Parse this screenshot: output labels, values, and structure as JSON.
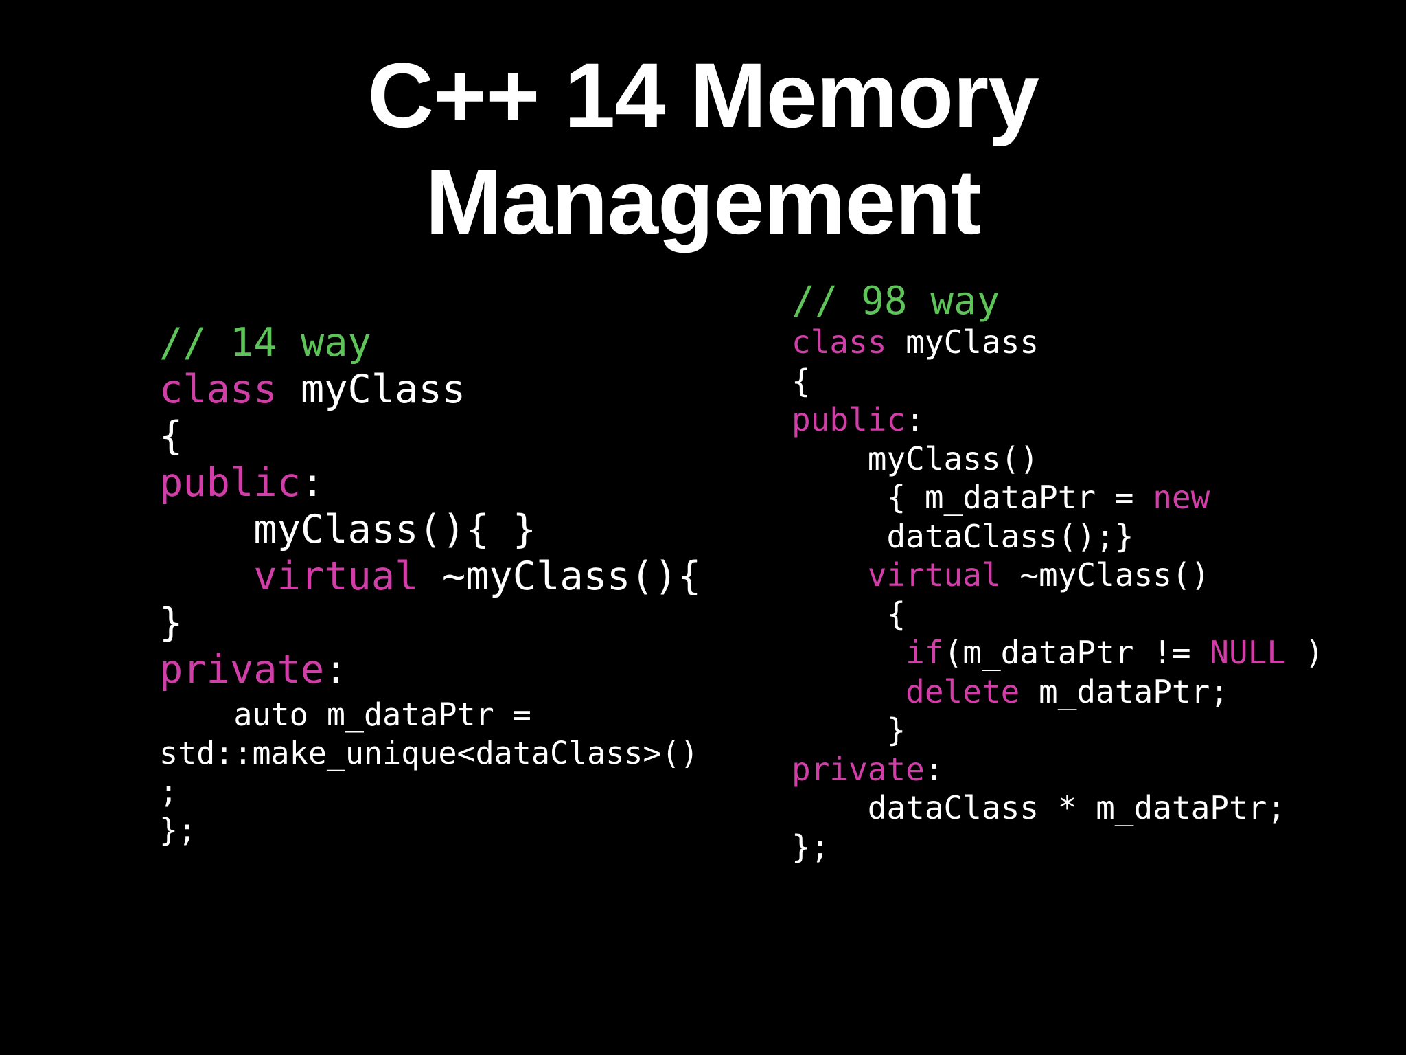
{
  "slide": {
    "title_line1": "C++ 14 Memory",
    "title_line2": "Management"
  },
  "colors": {
    "background": "#000000",
    "text": "#ffffff",
    "keyword": "#d23ea8",
    "comment": "#5ec45a"
  },
  "code14": [
    [
      {
        "t": "// 14 way",
        "k": "comment"
      }
    ],
    [
      {
        "t": "class",
        "k": "keyword"
      },
      {
        "t": " myClass",
        "k": "plain"
      }
    ],
    [
      {
        "t": "{",
        "k": "plain"
      }
    ],
    [
      {
        "t": "public",
        "k": "keyword"
      },
      {
        "t": ":",
        "k": "plain"
      }
    ],
    [
      {
        "t": "    myClass(){ }",
        "k": "plain"
      }
    ],
    [
      {
        "t": "    ",
        "k": "plain"
      },
      {
        "t": "virtual",
        "k": "keyword"
      },
      {
        "t": " ~myClass(){",
        "k": "plain"
      }
    ],
    [
      {
        "t": "}",
        "k": "plain"
      }
    ],
    [
      {
        "t": "private",
        "k": "keyword"
      },
      {
        "t": ":",
        "k": "plain"
      }
    ],
    [
      {
        "t": "    auto m_dataPtr =",
        "k": "plain"
      }
    ],
    [
      {
        "t": "std::make_unique<dataClass>()",
        "k": "plain"
      }
    ],
    [
      {
        "t": ";",
        "k": "plain"
      }
    ],
    [
      {
        "t": "};",
        "k": "plain"
      }
    ]
  ],
  "code98": [
    [
      {
        "t": "// 98 way",
        "k": "comment"
      }
    ],
    [
      {
        "t": "class",
        "k": "keyword"
      },
      {
        "t": " myClass",
        "k": "plain"
      }
    ],
    [
      {
        "t": "{",
        "k": "plain"
      }
    ],
    [
      {
        "t": "public",
        "k": "keyword"
      },
      {
        "t": ":",
        "k": "plain"
      }
    ],
    [
      {
        "t": "    myClass()",
        "k": "plain"
      }
    ],
    [
      {
        "t": "     { m_dataPtr = ",
        "k": "plain"
      },
      {
        "t": "new",
        "k": "keyword"
      }
    ],
    [
      {
        "t": "     dataClass();}",
        "k": "plain"
      }
    ],
    [
      {
        "t": "    ",
        "k": "plain"
      },
      {
        "t": "virtual",
        "k": "keyword"
      },
      {
        "t": " ~myClass()",
        "k": "plain"
      }
    ],
    [
      {
        "t": "     {",
        "k": "plain"
      }
    ],
    [
      {
        "t": "      ",
        "k": "plain"
      },
      {
        "t": "if",
        "k": "keyword"
      },
      {
        "t": "(m_dataPtr != ",
        "k": "plain"
      },
      {
        "t": "NULL",
        "k": "keyword"
      },
      {
        "t": " )",
        "k": "plain"
      }
    ],
    [
      {
        "t": "      ",
        "k": "plain"
      },
      {
        "t": "delete",
        "k": "keyword"
      },
      {
        "t": " m_dataPtr;",
        "k": "plain"
      }
    ],
    [
      {
        "t": "     }",
        "k": "plain"
      }
    ],
    [
      {
        "t": "private",
        "k": "keyword"
      },
      {
        "t": ":",
        "k": "plain"
      }
    ],
    [
      {
        "t": "    dataClass * m_dataPtr;",
        "k": "plain"
      }
    ],
    [
      {
        "t": "};",
        "k": "plain"
      }
    ]
  ]
}
